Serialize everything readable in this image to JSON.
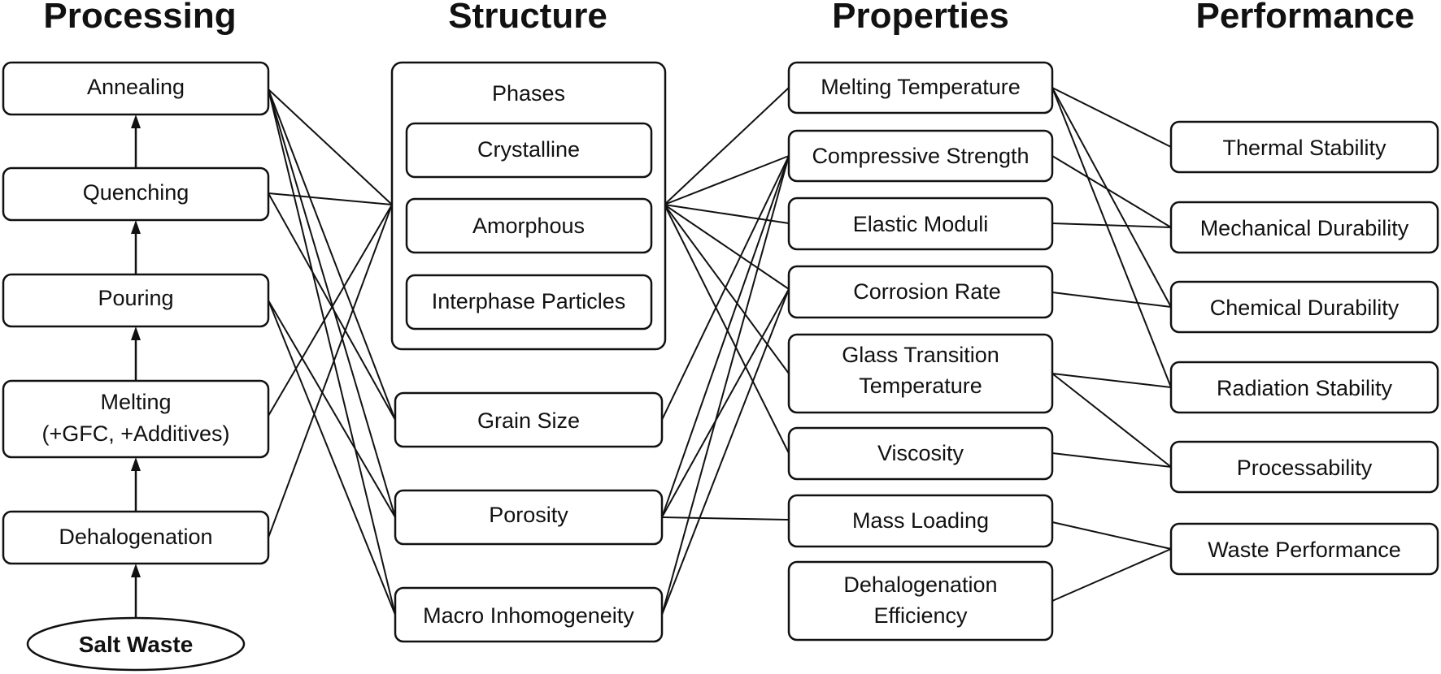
{
  "headers": {
    "processing": "Processing",
    "structure": "Structure",
    "properties": "Properties",
    "performance": "Performance"
  },
  "processing": {
    "annealing": "Annealing",
    "quenching": "Quenching",
    "pouring": "Pouring",
    "melting_line1": "Melting",
    "melting_line2": "(+GFC, +Additives)",
    "dehalogenation": "Dehalogenation",
    "salt_waste": "Salt Waste"
  },
  "structure": {
    "phases": "Phases",
    "crystalline": "Crystalline",
    "amorphous": "Amorphous",
    "interphase_particles": "Interphase Particles",
    "grain_size": "Grain Size",
    "porosity": "Porosity",
    "macro_inhomogeneity": "Macro Inhomogeneity"
  },
  "properties": {
    "melting_temperature": "Melting Temperature",
    "compressive_strength": "Compressive Strength",
    "elastic_moduli": "Elastic Moduli",
    "corrosion_rate": "Corrosion Rate",
    "glass_transition_line1": "Glass Transition",
    "glass_transition_line2": "Temperature",
    "viscosity": "Viscosity",
    "mass_loading": "Mass Loading",
    "dehalogenation_efficiency_line1": "Dehalogenation",
    "dehalogenation_efficiency_line2": "Efficiency"
  },
  "performance": {
    "thermal_stability": "Thermal Stability",
    "mechanical_durability": "Mechanical Durability",
    "chemical_durability": "Chemical Durability",
    "radiation_stability": "Radiation Stability",
    "processability": "Processability",
    "waste_performance": "Waste Performance"
  }
}
